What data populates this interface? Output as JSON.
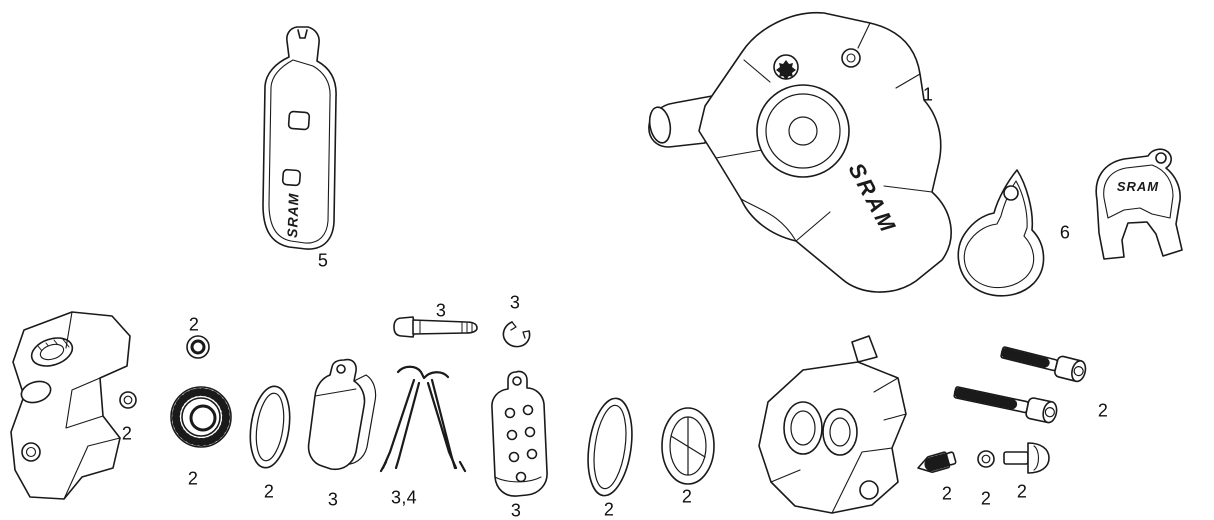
{
  "diagram": {
    "colors": {
      "background": "#ffffff",
      "line": "#1a1a1a"
    },
    "brand_marks": {
      "shield": "SRAM",
      "caliper": "SRAM",
      "bracket": "SRAM"
    },
    "callouts": [
      {
        "key": "caliper-assembly",
        "label": "1"
      },
      {
        "key": "pad-shield",
        "label": "5"
      },
      {
        "key": "mount-bracket",
        "label": "6"
      },
      {
        "key": "seal-nut-top",
        "label": "2"
      },
      {
        "key": "washer-left",
        "label": "2"
      },
      {
        "key": "piston-left",
        "label": "2"
      },
      {
        "key": "oring-left",
        "label": "2"
      },
      {
        "key": "pad-pin",
        "label": "3"
      },
      {
        "key": "pin-clip",
        "label": "3"
      },
      {
        "key": "brake-pad-left",
        "label": "3"
      },
      {
        "key": "pad-spring",
        "label": "3,4"
      },
      {
        "key": "brake-pad-right",
        "label": "3"
      },
      {
        "key": "oring-right",
        "label": "2"
      },
      {
        "key": "piston-right",
        "label": "2"
      },
      {
        "key": "mount-bolts",
        "label": "2"
      },
      {
        "key": "bleed-screw",
        "label": "2"
      },
      {
        "key": "washer-right",
        "label": "2"
      },
      {
        "key": "banjo-bolt",
        "label": "2"
      }
    ]
  }
}
